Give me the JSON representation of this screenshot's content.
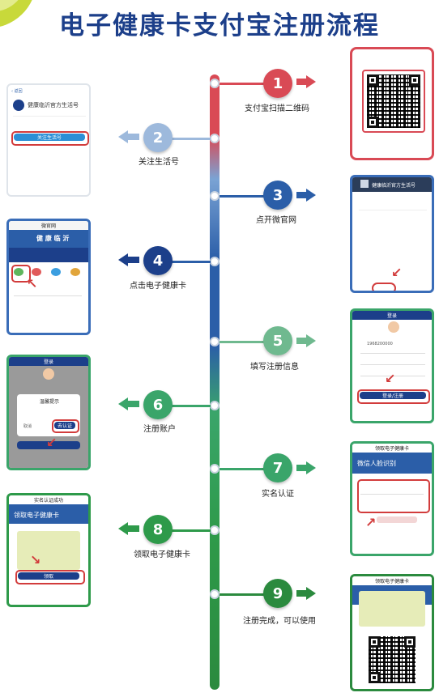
{
  "title": "电子健康卡支付宝注册流程",
  "colors": {
    "title": "#1c3f8a",
    "red": "#d94a55",
    "lightblue": "#9db9dc",
    "blue": "#2b5ea8",
    "green": "#3aa56a",
    "darkgreen": "#2b8a3e"
  },
  "steps": [
    {
      "num": "1",
      "label": "支付宝扫描二维码",
      "side": "right"
    },
    {
      "num": "2",
      "label": "关注生活号",
      "side": "left"
    },
    {
      "num": "3",
      "label": "点开微官网",
      "side": "right"
    },
    {
      "num": "4",
      "label": "点击电子健康卡",
      "side": "left"
    },
    {
      "num": "5",
      "label": "填写注册信息",
      "side": "right"
    },
    {
      "num": "6",
      "label": "注册账户",
      "side": "left"
    },
    {
      "num": "7",
      "label": "实名认证",
      "side": "right"
    },
    {
      "num": "8",
      "label": "领取电子健康卡",
      "side": "left"
    },
    {
      "num": "9",
      "label": "注册完成，可以使用",
      "side": "right"
    }
  ],
  "screens": {
    "s2": {
      "account": "健康临沂官方生活号",
      "button": "关注生活号"
    },
    "s3": {
      "account": "健康临沂官方生活号"
    },
    "s4": {
      "top": "微官网",
      "banner": "健 康 临 沂"
    },
    "s5": {
      "top": "登录",
      "phone": "1968200000",
      "button": "登录/注册"
    },
    "s6": {
      "top": "登录",
      "dialog_title": "温馨提示",
      "cancel": "取消",
      "confirm": "去认证"
    },
    "s7": {
      "top": "领取电子健康卡",
      "heading": "微信人脸识别"
    },
    "s8": {
      "top": "实名认证成功",
      "heading": "领取电子健康卡",
      "button": "领取"
    },
    "s9": {
      "top": "领取电子健康卡"
    }
  }
}
